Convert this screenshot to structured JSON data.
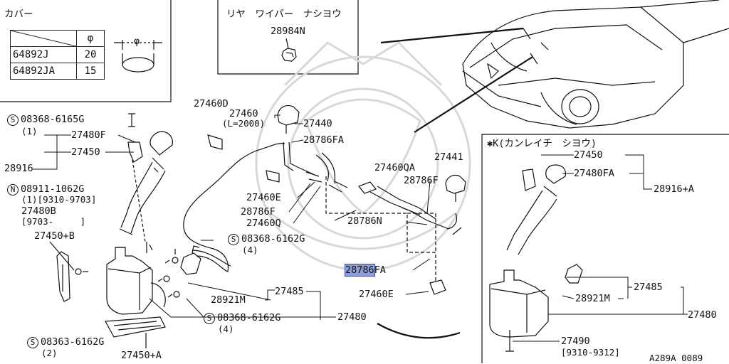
{
  "cover_box": {
    "title": "カバー",
    "col_header": "φ",
    "rows": [
      {
        "part": "64892J",
        "value": "20"
      },
      {
        "part": "64892JA",
        "value": "15"
      }
    ],
    "dim_symbol": "φ"
  },
  "rear_wiper_box": {
    "title": "リヤ　ワイパー　ナシヨウ",
    "part": "28984N"
  },
  "kanreichi_box": {
    "title": "✱K(カンレイチ　シヨウ)",
    "labels": {
      "p27450": "27450",
      "p27480fa": "27480FA",
      "p28916a": "28916+A",
      "p27485": "27485",
      "p28921m": "28921M",
      "p27480": "27480",
      "p27490": "27490",
      "p27490_date": "[9310-9312]"
    }
  },
  "main_labels": {
    "s08368_6165g": "08368-6165G",
    "s08368_6165g_qty": "(1)",
    "p27480f": "27480F",
    "p27450": "27450",
    "p28916": "28916",
    "n08911_1062g": "08911-1062G",
    "n08911_qty": "(1)[9310-9703]",
    "p27480b": "27480B",
    "p27480b_date": "[9703-　　　]",
    "p27450b": "27450+B",
    "s08363_6162g": "08363-6162G",
    "s08363_qty": "(2)",
    "p27450a": "27450+A",
    "p27460d": "27460D",
    "p27460": "27460",
    "p27460_len": "(L=2000)",
    "p27440": "27440",
    "p28786fa_top": "28786FA",
    "p27460e_left": "27460E",
    "p28786f_left": "28786F",
    "p27460q": "27460Q",
    "p27460qa": "27460QA",
    "p27441": "27441",
    "p28786f_right": "28786F",
    "p28786n": "28786N",
    "s08368_6162g_a": "08368-6162G",
    "s08368_6162g_a_qty": "(4)",
    "p28786fa_hl": "28786",
    "p28786fa_hl_suffix": "FA",
    "p27460e_right": "27460E",
    "p28921m": "28921M",
    "p27485": "27485",
    "s08368_6162g_b": "08368-6162G",
    "s08368_6162g_b_qty": "(4)",
    "p27480": "27480",
    "s_symbol": "S",
    "n_symbol": "N"
  },
  "footer_code": "A289A 0089",
  "colors": {
    "highlight": "#8f9fd6",
    "ink": "#111111"
  },
  "icons": [
    "car-icon",
    "washer-tank-icon",
    "nozzle-icon",
    "pump-icon",
    "hose-icon",
    "bolt-icon",
    "clip-icon",
    "arrow-icon"
  ]
}
